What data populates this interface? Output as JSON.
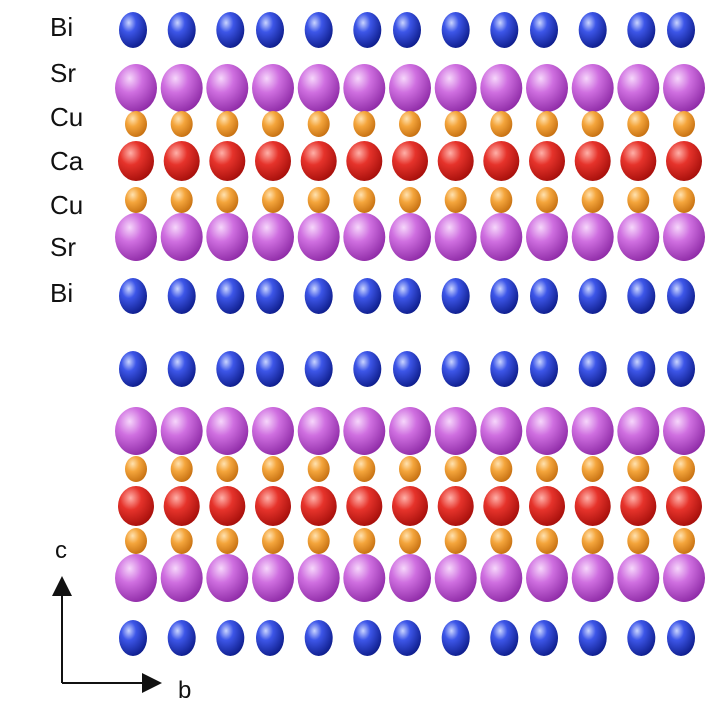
{
  "layer_labels": [
    "Bi",
    "Sr",
    "Cu",
    "Ca",
    "Cu",
    "Sr",
    "Bi"
  ],
  "axis": {
    "vertical": "c",
    "horizontal": "b"
  },
  "atoms": [
    {
      "element": "Bi",
      "color": "#2a3fd0"
    },
    {
      "element": "Sr",
      "color": "#c55ad8"
    },
    {
      "element": "Cu",
      "color": "#f2a23a"
    },
    {
      "element": "Ca",
      "color": "#e0302a"
    }
  ],
  "block_structure": [
    [
      "Bi",
      "Sr",
      "Cu",
      "Ca",
      "Cu",
      "Sr",
      "Bi"
    ],
    [
      "Bi",
      "Sr",
      "Cu",
      "Ca",
      "Cu",
      "Sr",
      "Bi"
    ]
  ],
  "atoms_per_row": 13
}
